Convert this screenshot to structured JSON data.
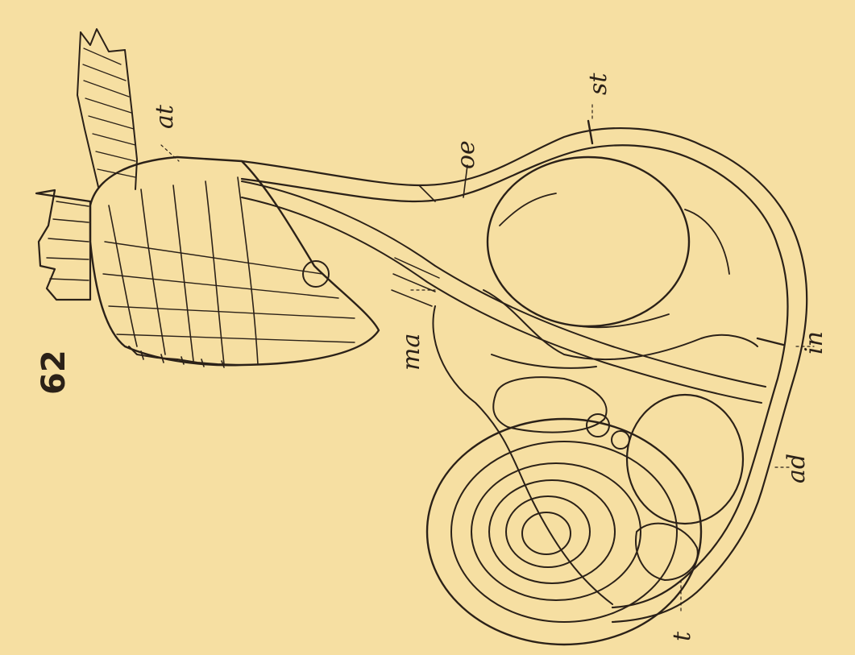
{
  "figure": {
    "number": "62",
    "background_color": "#f6dfa2",
    "ink_color": "#2b2118"
  },
  "labels": {
    "at": "at",
    "st": "st",
    "oe": "oe",
    "ma": "ma",
    "in": "in",
    "ad": "ad",
    "t": "t"
  }
}
